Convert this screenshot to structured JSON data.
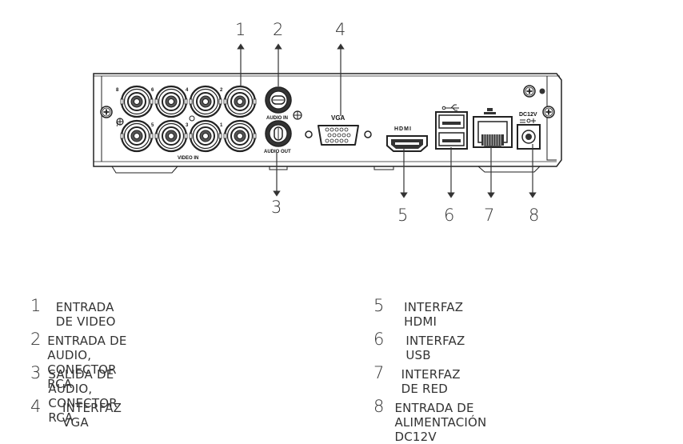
{
  "device": {
    "video_in_label": "VIDEO IN",
    "audio_in_label": "AUDIO IN",
    "audio_out_label": "AUDIO OUT",
    "vga_label": "VGA",
    "hdmi_label": "HDMI",
    "power_label": "DC12V",
    "bnc_port_numbers": [
      "8",
      "6",
      "4",
      "2",
      "7",
      "5",
      "3",
      "1"
    ]
  },
  "callouts": [
    "1",
    "2",
    "3",
    "4",
    "5",
    "6",
    "7",
    "8"
  ],
  "legend": [
    {
      "num": "1",
      "text": "ENTRADA DE VIDEO"
    },
    {
      "num": "2",
      "text": "ENTRADA DE AUDIO, CONECTOR RCA"
    },
    {
      "num": "3",
      "text": "SALIDA DE AUDIO, CONECTOR RCA"
    },
    {
      "num": "4",
      "text": "INTERFAZ VGA"
    },
    {
      "num": "5",
      "text": "INTERFAZ HDMI"
    },
    {
      "num": "6",
      "text": "INTERFAZ USB"
    },
    {
      "num": "7",
      "text": "INTERFAZ DE RED"
    },
    {
      "num": "8",
      "text": "ENTRADA DE ALIMENTACIÓN DC12V"
    }
  ]
}
